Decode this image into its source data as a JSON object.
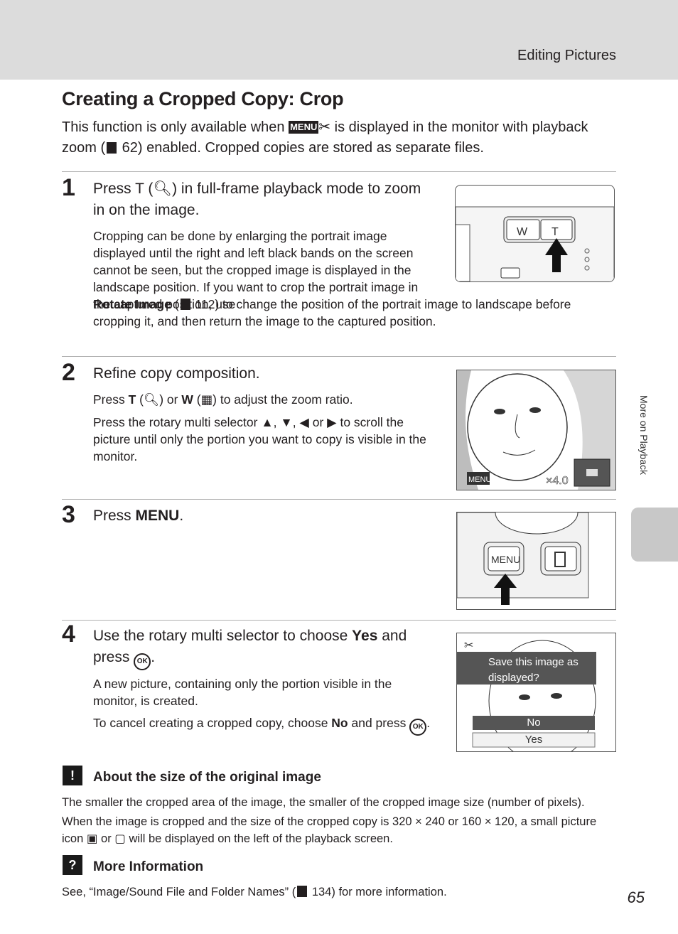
{
  "header": {
    "section_title": "Editing Pictures"
  },
  "page": {
    "title": "Creating a Cropped Copy: Crop",
    "intro_a": "This function is only available when ",
    "intro_b": " is displayed in the monitor with playback zoom (",
    "intro_c": " 62) enabled. Cropped copies are stored as separate files.",
    "side_tab": "More on Playback",
    "page_number": "65"
  },
  "steps": [
    {
      "number": "1",
      "heading_a": "Press T (",
      "heading_b": ") in full-frame playback mode to zoom in on the image.",
      "body_a": "Cropping can be done by enlarging the portrait image displayed until the right and left black bands on the screen cannot be seen, but the cropped image is displayed in the landscape position. If you want to crop the portrait image in the captured position, use ",
      "body_bold": "Rotate Image",
      "body_b": " (",
      "body_c": " 112) to change the position of the portrait image to landscape before cropping it, and then return the image to the captured position.",
      "fig_w": "W",
      "fig_t": "T"
    },
    {
      "number": "2",
      "heading": "Refine copy composition.",
      "body1_a": "Press ",
      "body1_t": "T",
      "body1_b": " (",
      "body1_c": ") or ",
      "body1_w": "W",
      "body1_d": " (",
      "body1_e": ") to adjust the zoom ratio.",
      "body2": "Press the rotary multi selector ▲, ▼, ◀ or ▶ to scroll the picture until only the portion you want to copy is visible in the monitor.",
      "fig_zoom": "×4.0",
      "fig_menu": "MENU"
    },
    {
      "number": "3",
      "heading": "Press ",
      "heading_menu": "MENU",
      "heading_end": ".",
      "fig_menu": "MENU"
    },
    {
      "number": "4",
      "heading_a": "Use the rotary multi selector to choose ",
      "heading_bold": "Yes",
      "heading_b": " and press ",
      "heading_ok": "OK",
      "heading_end": ".",
      "body1": "A new picture, containing only the portion visible in the monitor, is created.",
      "body2_a": "To cancel creating a cropped copy, choose ",
      "body2_bold": "No",
      "body2_b": " and press ",
      "body2_ok": "OK",
      "body2_end": ".",
      "dialog_text": "Save this image as displayed?",
      "dialog_no": "No",
      "dialog_yes": "Yes"
    }
  ],
  "notes": [
    {
      "icon": "!",
      "title": "About the size of the original image",
      "body1": "The smaller the cropped area of the image, the smaller of the cropped image size (number of pixels).",
      "body2_a": "When the image is cropped and the size of the cropped copy is 320 × 240 or 160 × 120, a small picture icon ",
      "body2_b": " or ",
      "body2_c": " will be displayed on the left of the playback screen."
    },
    {
      "icon": "?",
      "title": "More Information",
      "body_a": "See, “Image/Sound File and Folder Names” (",
      "body_b": " 134) for more information."
    }
  ]
}
